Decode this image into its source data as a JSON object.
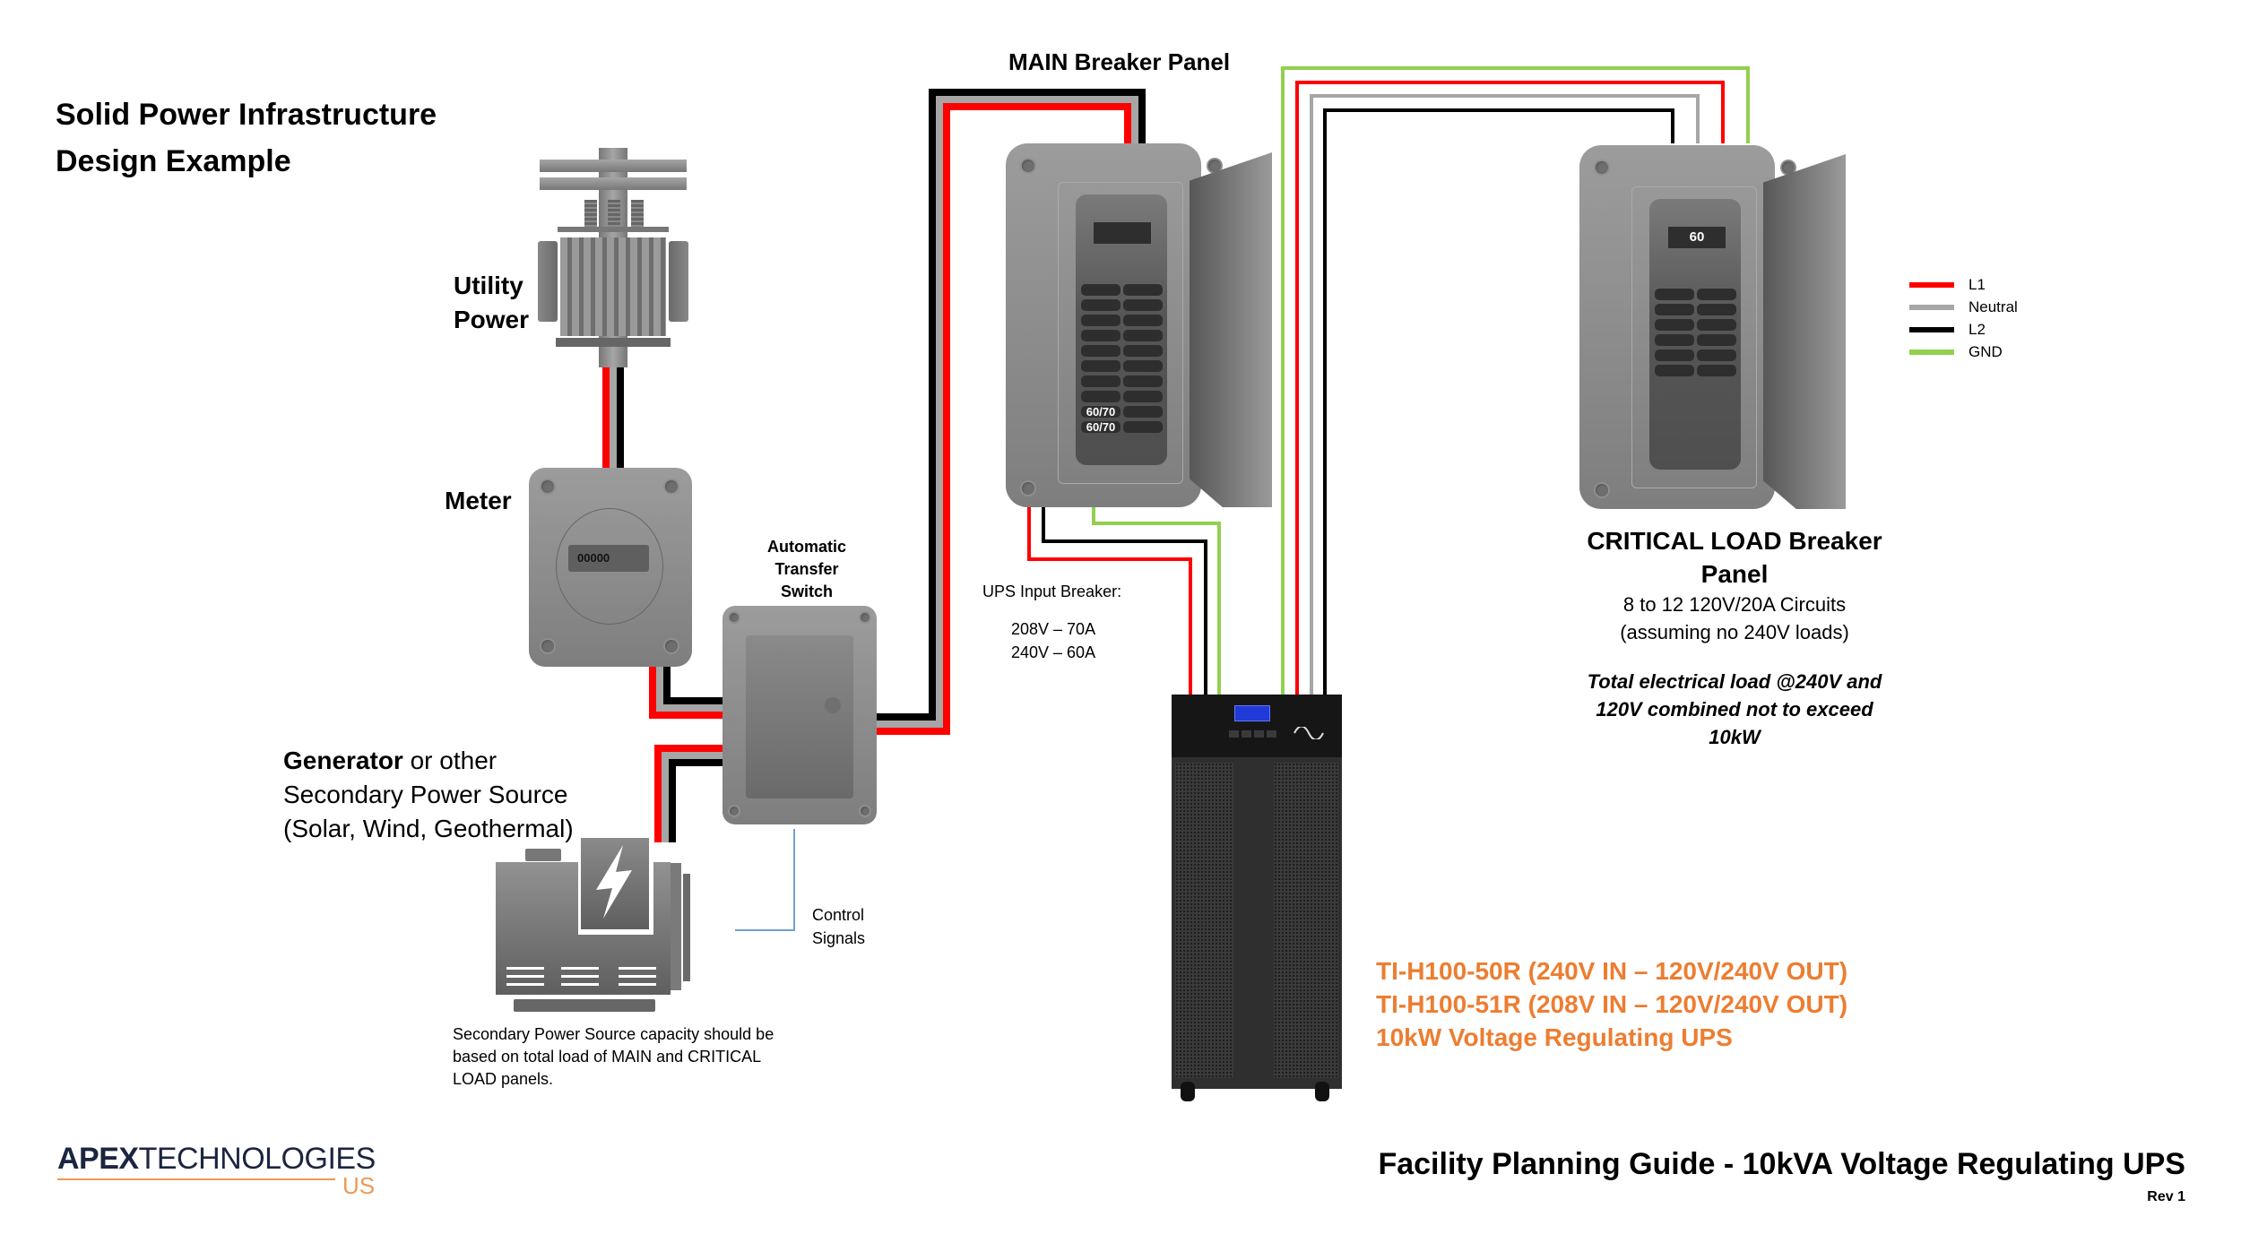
{
  "title": {
    "line1": "Solid Power Infrastructure",
    "line2": "Design Example"
  },
  "components": {
    "utility": {
      "line1": "Utility",
      "line2": "Power"
    },
    "meter": {
      "label": "Meter",
      "display": "00000"
    },
    "ats": {
      "line1": "Automatic",
      "line2": "Transfer",
      "line3": "Switch"
    },
    "main_panel": {
      "label": "MAIN Breaker Panel",
      "breaker_labels": [
        "60/70",
        "60/70"
      ]
    },
    "critical_panel": {
      "heading_line1": "CRITICAL LOAD Breaker",
      "heading_line2": "Panel",
      "sub_line1": "8 to 12 120V/20A Circuits",
      "sub_line2": "(assuming no 240V loads)",
      "note_line1": "Total electrical load @240V and",
      "note_line2": "120V combined not to exceed",
      "note_line3": "10kW",
      "display": "60"
    },
    "generator": {
      "bold": "Generator",
      "line1_rest": " or other",
      "line2": "Secondary Power Source",
      "line3": "(Solar, Wind, Geothermal)",
      "note_line1": "Secondary Power Source capacity should be",
      "note_line2": "based on total load of MAIN and CRITICAL",
      "note_line3": "LOAD panels."
    },
    "control": {
      "line1": "Control",
      "line2": "Signals"
    },
    "ups_input": {
      "heading": "UPS Input Breaker:",
      "line1": "208V – 70A",
      "line2": "240V – 60A"
    },
    "ups": {
      "model1": "TI-H100-50R (240V IN – 120V/240V OUT)",
      "model2": "TI-H100-51R (208V IN – 120V/240V OUT)",
      "model3": "10kW Voltage Regulating UPS"
    }
  },
  "legend": [
    {
      "label": "L1",
      "color": "#ff0000"
    },
    {
      "label": "Neutral",
      "color": "#a6a6a6"
    },
    {
      "label": "L2",
      "color": "#000000"
    },
    {
      "label": "GND",
      "color": "#92d050"
    }
  ],
  "colors": {
    "accent_orange": "#ed7d31",
    "logo_navy": "#1c2540"
  },
  "logo": {
    "apex": "APEX",
    "tech": "TECHNOLOGIES",
    "region": "US"
  },
  "footer": {
    "title": "Facility Planning Guide - 10kVA Voltage Regulating UPS",
    "rev": "Rev 1"
  }
}
